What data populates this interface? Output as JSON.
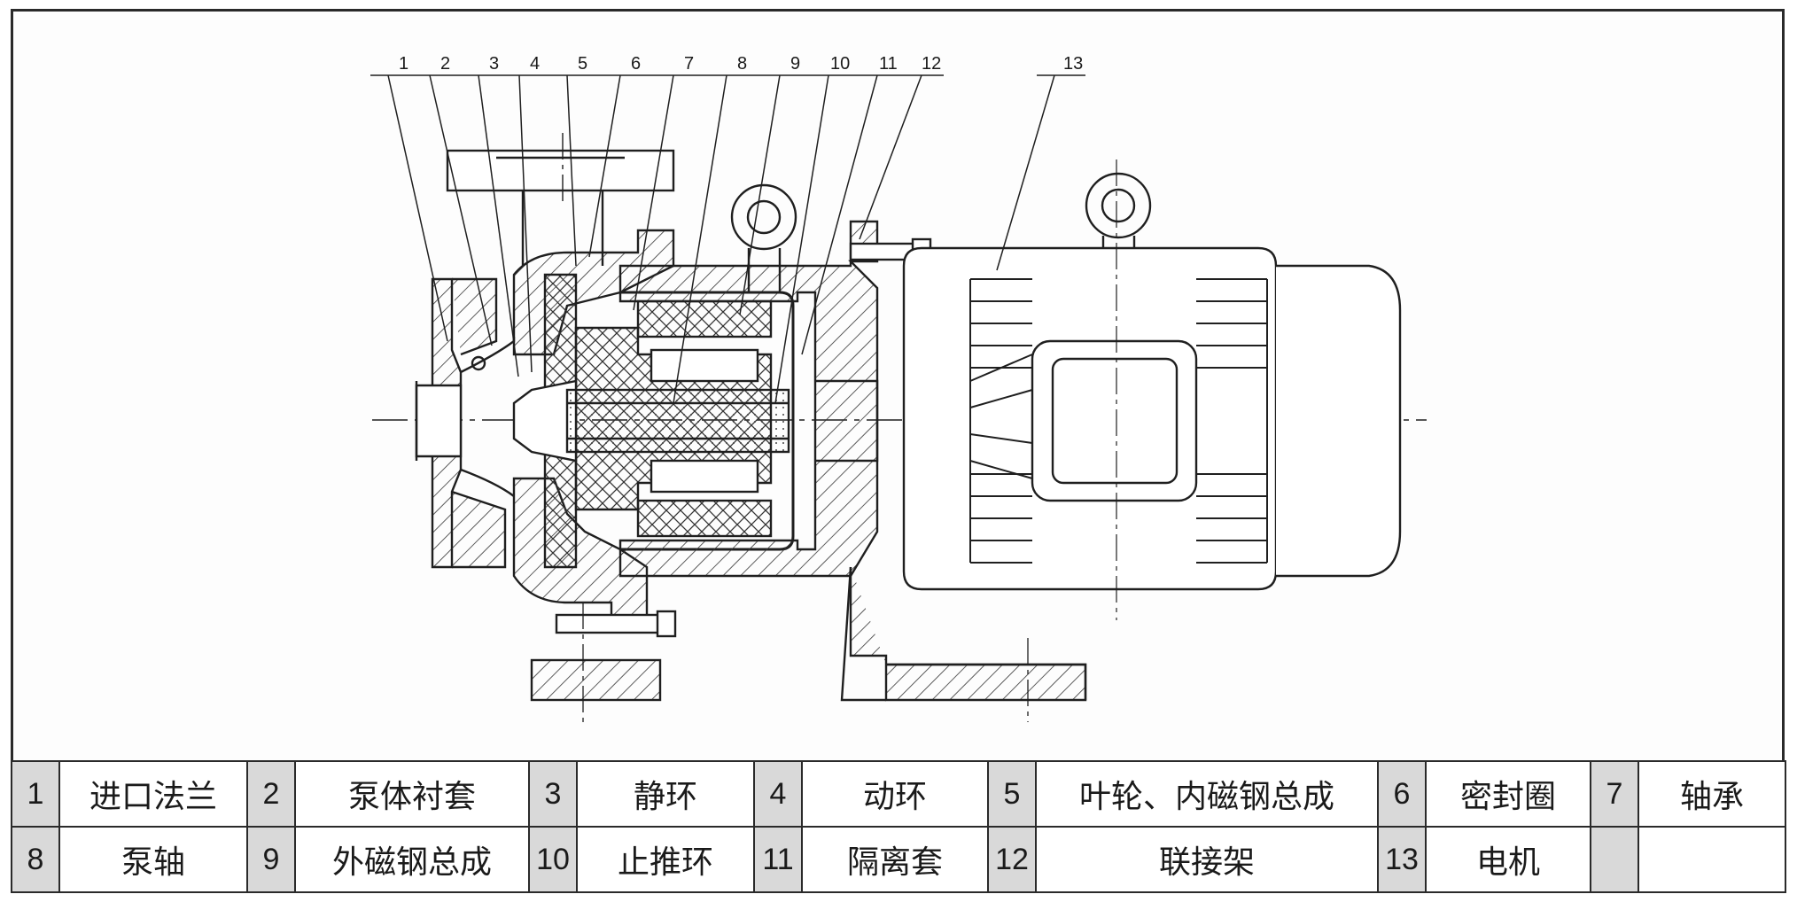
{
  "callouts": [
    "1",
    "2",
    "3",
    "4",
    "5",
    "6",
    "7",
    "8",
    "9",
    "10",
    "11",
    "12",
    "13"
  ],
  "legend": [
    [
      {
        "n": "1",
        "t": "进口法兰"
      },
      {
        "n": "2",
        "t": "泵体衬套"
      },
      {
        "n": "3",
        "t": "静环"
      },
      {
        "n": "4",
        "t": "动环"
      },
      {
        "n": "5",
        "t": "叶轮、内磁钢总成"
      },
      {
        "n": "6",
        "t": "密封圈"
      },
      {
        "n": "7",
        "t": "轴承"
      }
    ],
    [
      {
        "n": "8",
        "t": "泵轴"
      },
      {
        "n": "9",
        "t": "外磁钢总成"
      },
      {
        "n": "10",
        "t": "止推环"
      },
      {
        "n": "11",
        "t": "隔离套"
      },
      {
        "n": "12",
        "t": "联接架"
      },
      {
        "n": "13",
        "t": "电机"
      },
      {
        "n": "",
        "t": ""
      }
    ]
  ],
  "colors": {
    "line": "#1f1f1f",
    "table_number_bg": "#d9d9d9"
  }
}
